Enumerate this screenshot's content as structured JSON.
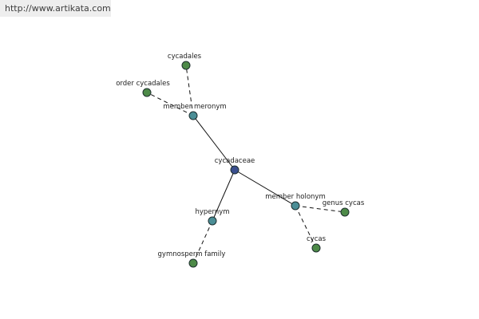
{
  "site": {
    "url": "http://www.artikata.com"
  },
  "colors": {
    "center_node": "#3a4f8e",
    "relation_node": "#4b8e96",
    "leaf_node": "#4d8a48",
    "node_stroke": "#1e2e2e",
    "edge": "#111111"
  },
  "graph": {
    "center": {
      "id": "cycadaceae",
      "label": "cycadaceae",
      "kind": "center"
    },
    "relations": [
      {
        "id": "meronym",
        "label": "member meronym",
        "kind": "relation"
      },
      {
        "id": "hypernym",
        "label": "hypernym",
        "kind": "relation"
      },
      {
        "id": "holonym",
        "label": "member holonym",
        "kind": "relation"
      }
    ],
    "terms": [
      {
        "id": "cycadales",
        "label": "cycadales",
        "kind": "leaf",
        "relation": "meronym"
      },
      {
        "id": "order-cycadales",
        "label": "order cycadales",
        "kind": "leaf",
        "relation": "meronym"
      },
      {
        "id": "gymnosperm-family",
        "label": "gymnosperm family",
        "kind": "leaf",
        "relation": "hypernym"
      },
      {
        "id": "genus-cycas",
        "label": "genus cycas",
        "kind": "leaf",
        "relation": "holonym"
      },
      {
        "id": "cycas",
        "label": "cycas",
        "kind": "leaf",
        "relation": "holonym"
      }
    ]
  }
}
